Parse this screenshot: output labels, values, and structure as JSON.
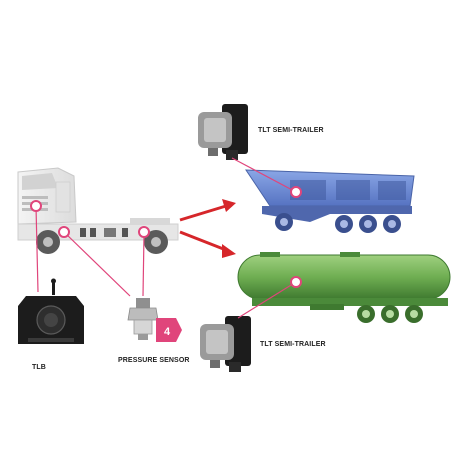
{
  "labels": {
    "tlt_top": "TLT SEMI-TRAILER",
    "tlt_bottom": "TLT SEMI-TRAILER",
    "tlb": "TLB",
    "pressure_sensor": "PRESSURE SENSOR"
  },
  "badge": {
    "number": "4"
  },
  "colors": {
    "accent_pink": "#e0457b",
    "arrow_red": "#d6262a",
    "dump_trailer_blue": "#6f8fd6",
    "tank_trailer_green": "#6fae52",
    "truck_white": "#ececec",
    "device_black": "#1c1c1c"
  },
  "icons": {
    "tlt_device": "tlt-sensor-device-icon",
    "tlb_device": "tlb-gateway-device-icon",
    "pressure_sensor": "pressure-sensor-icon"
  }
}
